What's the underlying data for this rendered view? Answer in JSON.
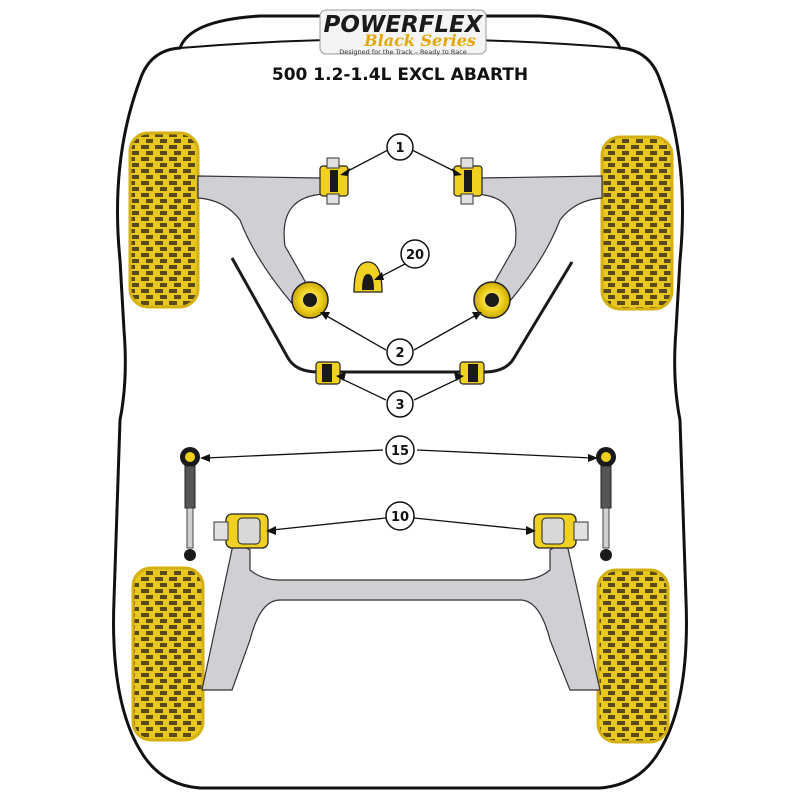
{
  "logo": {
    "brand": "POWERFLEX",
    "series": "Black Series",
    "tagline": "Designed for the Track – Ready to Race"
  },
  "model": {
    "title": "500 1.2-1.4L EXCL ABARTH"
  },
  "callouts": [
    {
      "id": "1",
      "label": "1"
    },
    {
      "id": "20",
      "label": "20"
    },
    {
      "id": "2",
      "label": "2"
    },
    {
      "id": "3",
      "label": "3"
    },
    {
      "id": "15",
      "label": "15"
    },
    {
      "id": "10",
      "label": "10"
    }
  ],
  "colors": {
    "bush_yellow": "#f0d020",
    "tyre_yellow": "#e8c81f",
    "outline": "#111111",
    "metal": "#cfcfd4"
  }
}
